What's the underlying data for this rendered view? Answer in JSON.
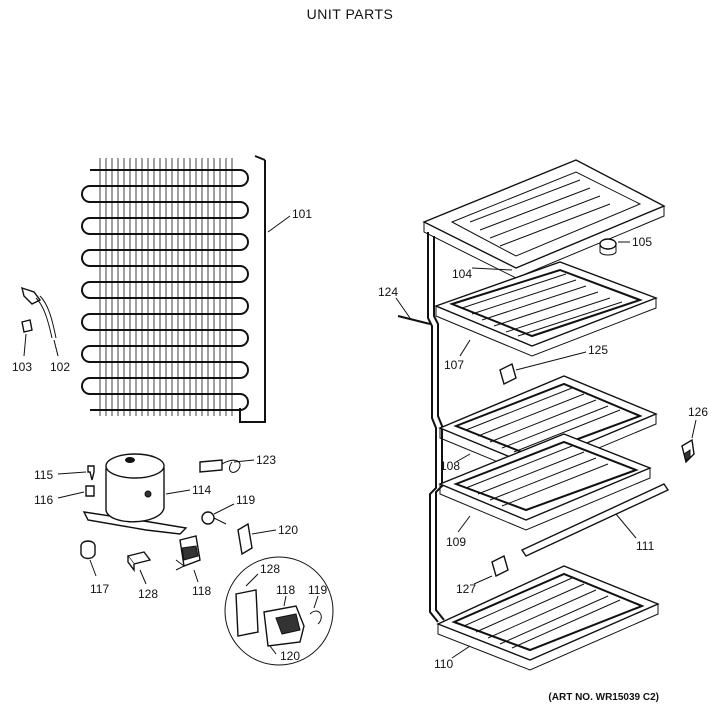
{
  "title": "UNIT PARTS",
  "art_number": "(ART NO. WR15039 C2)",
  "callouts": {
    "c101": "101",
    "c102": "102",
    "c103": "103",
    "c104": "104",
    "c105": "105",
    "c107": "107",
    "c108": "108",
    "c109": "109",
    "c110": "110",
    "c111": "111",
    "c114": "114",
    "c115": "115",
    "c116": "116",
    "c117": "117",
    "c118": "118",
    "c118b": "118",
    "c119": "119",
    "c119b": "119",
    "c120": "120",
    "c120b": "120",
    "c123": "123",
    "c124": "124",
    "c125": "125",
    "c126": "126",
    "c127": "127",
    "c128": "128",
    "c128b": "128"
  }
}
